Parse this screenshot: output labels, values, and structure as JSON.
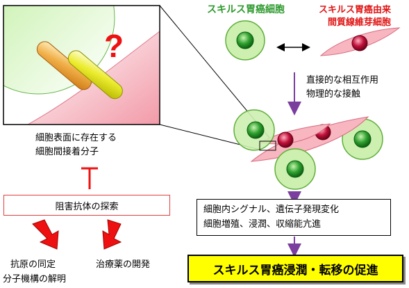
{
  "header": {
    "gastric_cancer_cell": "スキルス胃癌細胞",
    "fibroblast_line1": "スキルス胃癌由来",
    "fibroblast_line2": "間質線維芽細胞"
  },
  "interaction": {
    "line1": "直接的な相互作用",
    "line2": "物理的な接触"
  },
  "zoom": {
    "question_mark": "?"
  },
  "left": {
    "molecule_line1": "細胞表面に存在する",
    "molecule_line2": "細胞間接着分子",
    "search_box": "阻害抗体の探索",
    "outcome_a_line1": "抗原の同定",
    "outcome_a_line2": "分子機構の解明",
    "outcome_b": "治療薬の開発"
  },
  "right": {
    "changes_line1": "細胞内シグナル、遺伝子発現変化",
    "changes_line2": "細胞増殖、浸潤、収縮能亢進",
    "result": "スキルス胃癌浸潤・転移の促進"
  },
  "colors": {
    "green_text": "#2e9a2e",
    "red_text": "#e01414",
    "purple_arrow": "#7a3e9e",
    "result_box_fill": "#ffff00",
    "inhibit_red": "#ee1111"
  }
}
